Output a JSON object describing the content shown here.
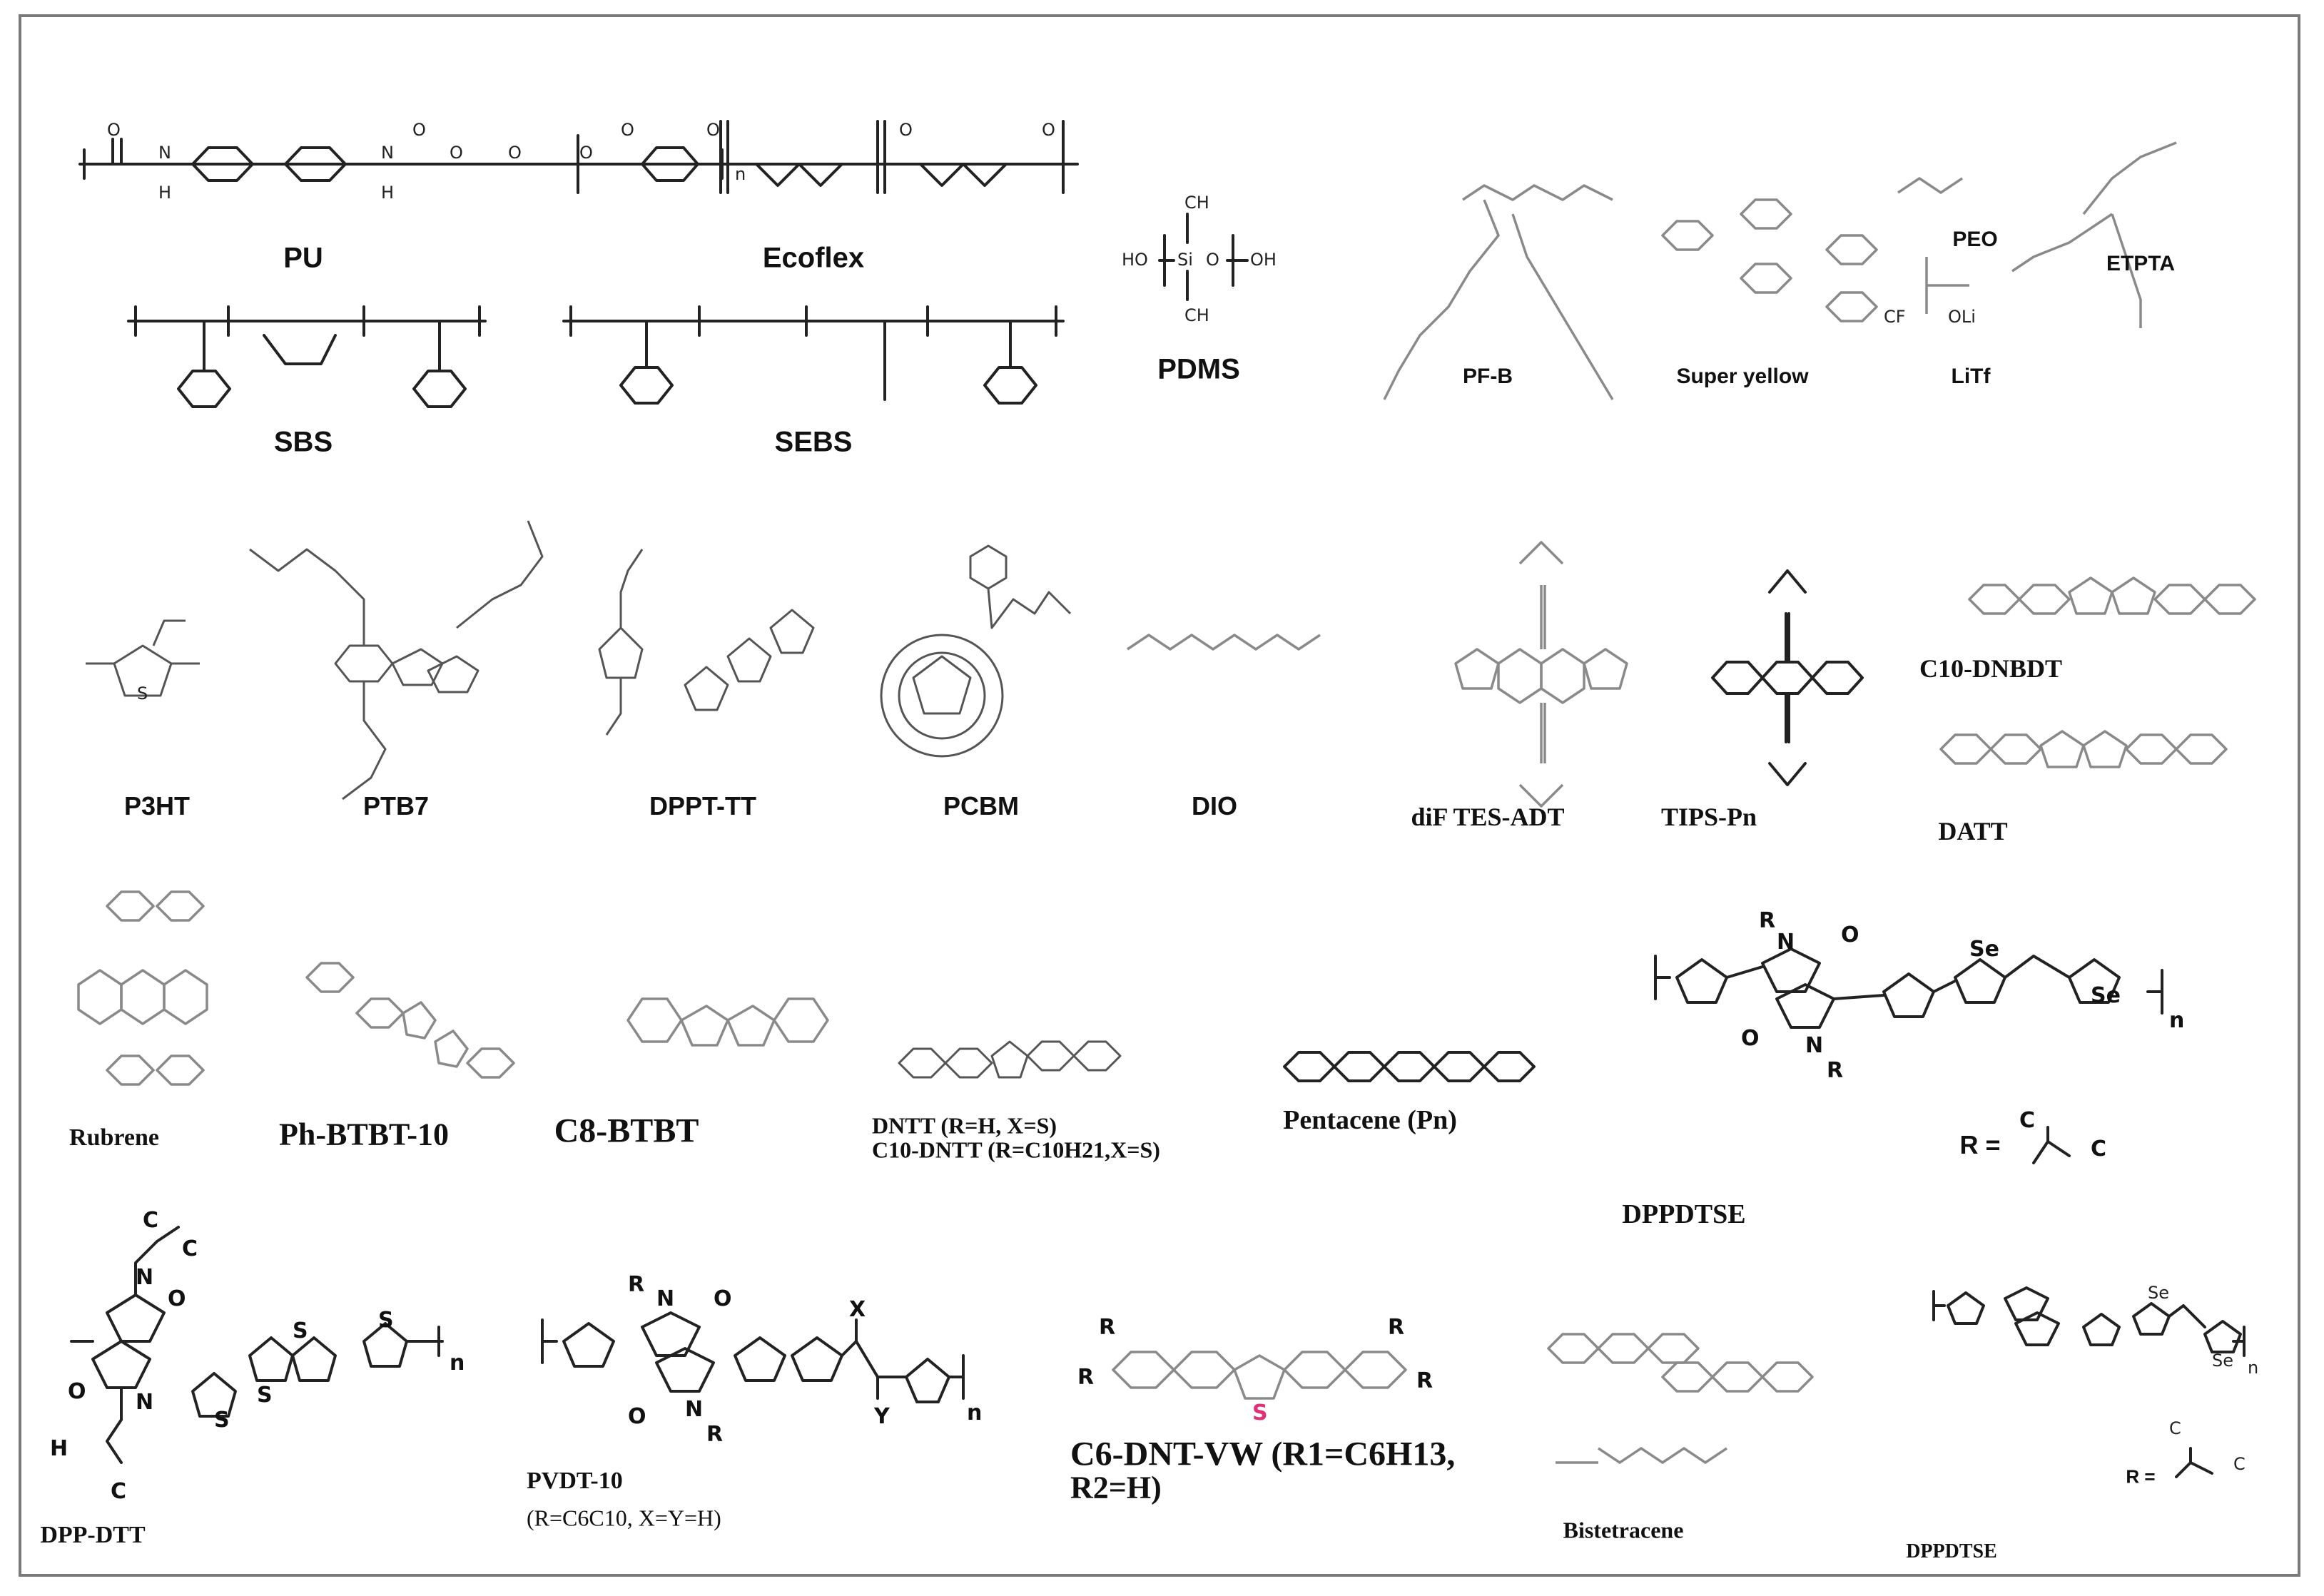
{
  "figure": {
    "labels": {
      "pu": "PU",
      "ecoflex": "Ecoflex",
      "pdms": "PDMS",
      "sbs": "SBS",
      "sebs": "SEBS",
      "pfb": "PF-B",
      "super_yellow": "Super yellow",
      "peo": "PEO",
      "litf": "LiTf",
      "etpta": "ETPTA",
      "p3ht": "P3HT",
      "ptb7": "PTB7",
      "dppt_tt": "DPPT-TT",
      "pcbm": "PCBM",
      "dio": "DIO",
      "dif_tes_adt": "diF TES-ADT",
      "tips_pn": "TIPS-Pn",
      "c10_dnbdt": "C10-DNBDT",
      "datt": "DATT",
      "rubrene": "Rubrene",
      "ph_btbt_10": "Ph-BTBT-10",
      "c8_btbt": "C8-BTBT",
      "dntt_line1": "DNTT (R=H, X=S)",
      "dntt_line2": "C10-DNTT (R=C10H21,X=S)",
      "pentacene": "Pentacene (Pn)",
      "dppdtse_top": "DPPDTSE",
      "dppdtse_top_r": "R =",
      "dpp_dtt": "DPP-DTT",
      "pvdt10": "PVDT-10",
      "pvdt10_sub": "(R=C6C10, X=Y=H)",
      "c6_dnt_vw_line1": "C6-DNT-VW (R1=C6H13,",
      "c6_dnt_vw_line2": "R2=H)",
      "bistetracene": "Bistetracene",
      "dppdtse_bottom": "DPPDTSE",
      "dppdtse_bottom_r": "R ="
    },
    "colors": {
      "border": "#7a7a7a",
      "bond": "#222222",
      "grey_structure": "#8a8a8a",
      "highlight_sulfur": "#e0307a"
    }
  }
}
